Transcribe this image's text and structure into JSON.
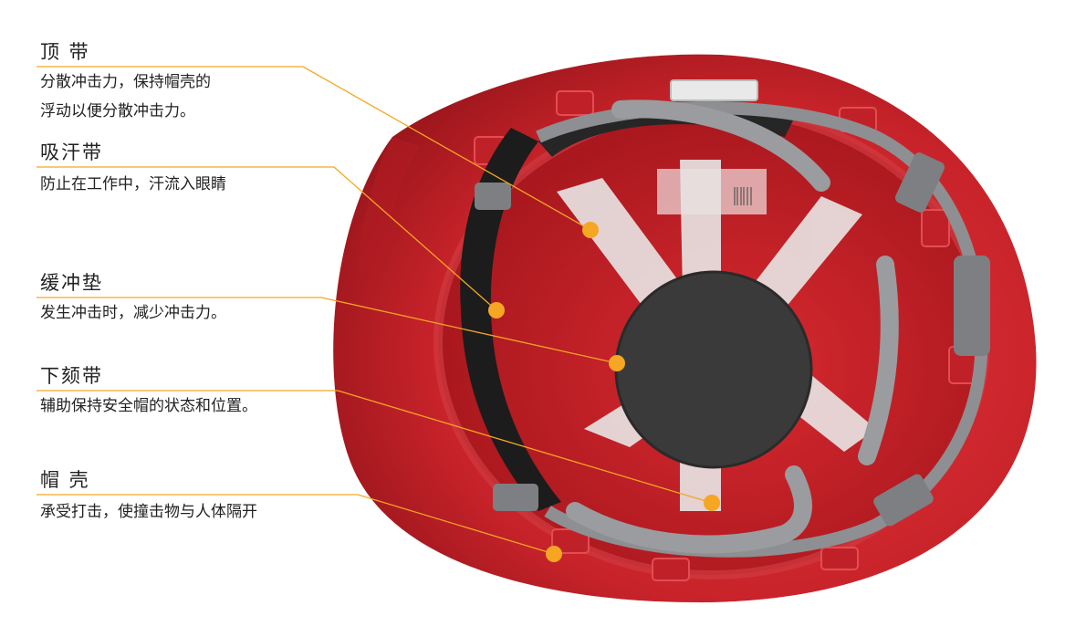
{
  "colors": {
    "accent": "#f5a623",
    "shell": "#c8232a",
    "shell_dark": "#8e1217",
    "strap": "#8d8f92",
    "pad": "#3a3a3a",
    "tape": "#e6e0e0"
  },
  "callouts": [
    {
      "title": "顶  带",
      "desc": [
        "分散冲击力，保持帽壳的",
        "浮动以便分散冲击力。"
      ]
    },
    {
      "title": "吸汗带",
      "desc": [
        "防止在工作中，汗流入眼睛"
      ]
    },
    {
      "title": "缓冲垫",
      "desc": [
        "发生冲击时，减少冲击力。"
      ]
    },
    {
      "title": "下颏带",
      "desc": [
        "辅助保持安全帽的状态和位置。"
      ]
    },
    {
      "title": "帽  壳",
      "desc": [
        "承受打击，使撞击物与人体隔开"
      ]
    }
  ]
}
